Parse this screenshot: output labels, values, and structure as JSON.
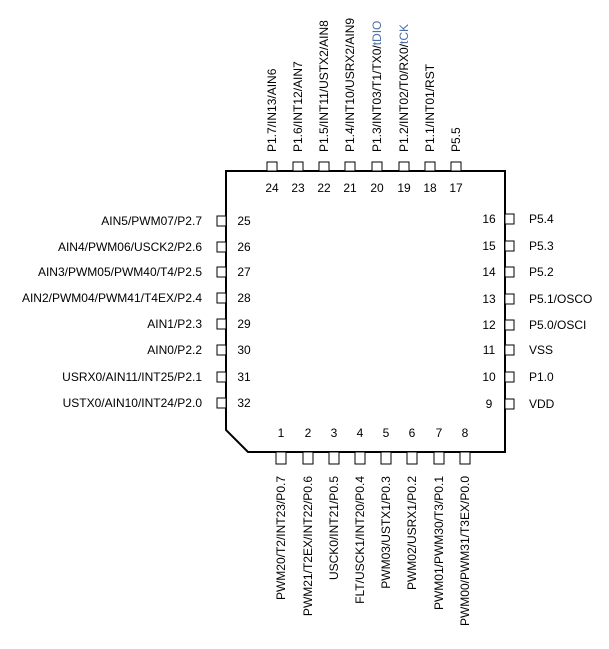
{
  "chip": {
    "left_pins": [
      {
        "number": "25",
        "label": "AIN5/PWM07/P2.7"
      },
      {
        "number": "26",
        "label": "AIN4/PWM06/USCK2/P2.6"
      },
      {
        "number": "27",
        "label": "AIN3/PWM05/PWM40/T4/P2.5"
      },
      {
        "number": "28",
        "label": "AIN2/PWM04/PWM41/T4EX/P2.4"
      },
      {
        "number": "29",
        "label": "AIN1/P2.3"
      },
      {
        "number": "30",
        "label": "AIN0/P2.2"
      },
      {
        "number": "31",
        "label": "USRX0/AIN11/INT25/P2.1"
      },
      {
        "number": "32",
        "label": "USTX0/AIN10/INT24/P2.0"
      }
    ],
    "right_pins": [
      {
        "number": "16",
        "label": "P5.4"
      },
      {
        "number": "15",
        "label": "P5.3"
      },
      {
        "number": "14",
        "label": "P5.2"
      },
      {
        "number": "13",
        "label": "P5.1/OSCO"
      },
      {
        "number": "12",
        "label": "P5.0/OSCI"
      },
      {
        "number": "11",
        "label": "VSS"
      },
      {
        "number": "10",
        "label": "P1.0"
      },
      {
        "number": "9",
        "label": "VDD"
      }
    ],
    "top_pins": [
      {
        "number": "24",
        "label": "P1.7/IN13/AIN6",
        "highlight": ""
      },
      {
        "number": "23",
        "label": "P1.6/INT12/AIN7",
        "highlight": ""
      },
      {
        "number": "22",
        "label": "P1.5/INT11/USTX2/AIN8",
        "highlight": ""
      },
      {
        "number": "21",
        "label": "P1.4/INT10/USRX2/AIN9",
        "highlight": ""
      },
      {
        "number": "20",
        "label": "P1.3/INT03/T1/TX0/",
        "highlight": "tDIO"
      },
      {
        "number": "19",
        "label": "P1.2/INT02/T0/RX0/",
        "highlight": "tCK"
      },
      {
        "number": "18",
        "label": "P1.1/INT01/RST",
        "highlight": ""
      },
      {
        "number": "17",
        "label": "P5.5",
        "highlight": ""
      }
    ],
    "bottom_pins": [
      {
        "number": "1",
        "label": "PWM20/T2/INT23/P0.7"
      },
      {
        "number": "2",
        "label": "PWM21/T2EX/INT22/P0.6"
      },
      {
        "number": "3",
        "label": "USCK0/INT21/P0.5"
      },
      {
        "number": "4",
        "label": "FLT/USCK1/INT20/P0.4"
      },
      {
        "number": "5",
        "label": "PWM03/USTX1/P0.3"
      },
      {
        "number": "6",
        "label": "PWM02/USRX1/P0.2"
      },
      {
        "number": "7",
        "label": "PWM01/PWM30/T3/P0.1"
      },
      {
        "number": "8",
        "label": "PWM00/PWM31/T3EX/P0.0"
      }
    ]
  },
  "colors": {
    "outline": "#000000",
    "text": "#000000",
    "highlight": "#4a6fa5"
  }
}
